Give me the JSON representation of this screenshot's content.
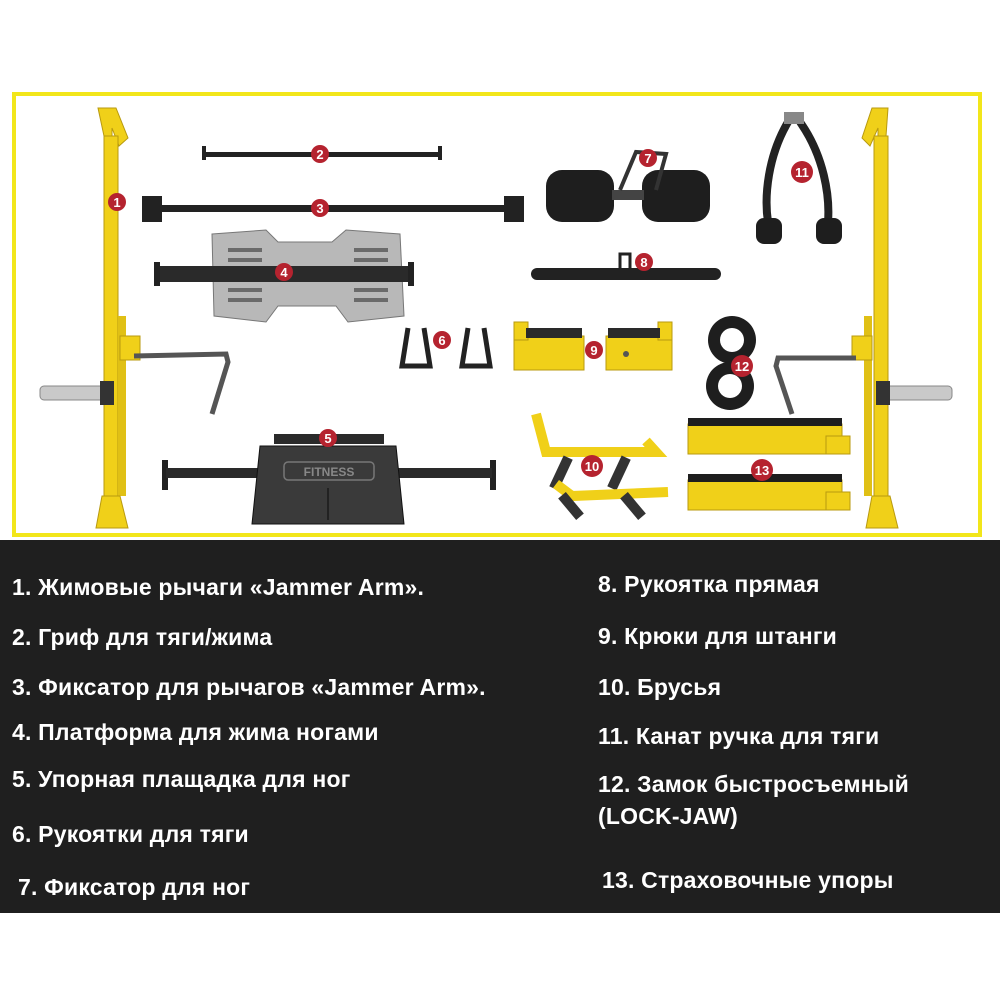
{
  "palette": {
    "frame": "#f2e61a",
    "yellow": "#f0d019",
    "black": "#1c1c1c",
    "badge": "#b5232f",
    "legend_bg": "#1f1f1f"
  },
  "badges": [
    "1",
    "2",
    "3",
    "4",
    "5",
    "6",
    "7",
    "8",
    "9",
    "10",
    "11",
    "12",
    "13"
  ],
  "plate_text": "FITNESS",
  "legend": {
    "items": [
      "1. Жимовые рычаги «Jammer Arm».",
      "2. Гриф для тяги/жима",
      "3. Фиксатор для рычагов «Jammer Arm».",
      "4. Платформа для жима ногами",
      "5. Упорная плащадка для ног",
      "6. Рукоятки для тяги",
      "7. Фиксатор для ног",
      "8. Рукоятка прямая",
      "9. Крюки для штанги",
      "10. Брусья",
      "11. Канат ручка для тяги",
      "12. Замок быстросъемный",
      "(LOCK-JAW)",
      "13. Страховочные упоры"
    ]
  }
}
